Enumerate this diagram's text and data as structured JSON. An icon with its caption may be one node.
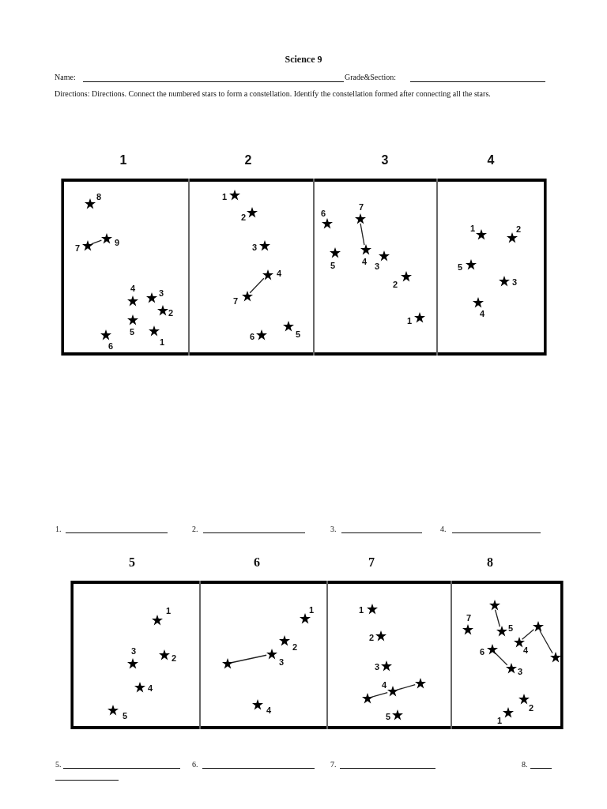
{
  "diagram": {
    "title": "Science 9",
    "nodes": [
      {
        "text": [
          "1"
        ]
      },
      {
        "text": [],
        "shape": "star",
        "in": 0,
        "beside": [
          "1"
        ]
      },
      {
        "text": [],
        "shape": "star",
        "in": 0,
        "beside": [
          "2"
        ]
      },
      {
        "text": [],
        "shape": "star",
        "in": 0,
        "beside": [
          "3"
        ]
      },
      {
        "text": [],
        "shape": "star",
        "in": 0,
        "beside": [
          "4"
        ]
      },
      {
        "text": [],
        "shape": "star",
        "in": 0,
        "beside": [
          "5"
        ]
      },
      {
        "text": [],
        "shape": "star",
        "in": 0,
        "beside": [
          "6"
        ]
      },
      {
        "text": [],
        "shape": "star",
        "in": 0,
        "beside": [
          "7"
        ]
      },
      {
        "text": [],
        "shape": "star",
        "in": 0,
        "beside": [
          "8"
        ]
      },
      {
        "text": [],
        "shape": "star",
        "in": 0,
        "beside": [
          "9"
        ]
      },
      {
        "text": [
          "2"
        ]
      },
      {
        "text": [],
        "shape": "star",
        "in": 10,
        "beside": [
          "1"
        ]
      },
      {
        "text": [],
        "shape": "star",
        "in": 10,
        "beside": [
          "2"
        ]
      },
      {
        "text": [],
        "shape": "star",
        "in": 10,
        "beside": [
          "3"
        ]
      },
      {
        "text": [],
        "shape": "star",
        "in": 10,
        "beside": [
          "4"
        ]
      },
      {
        "text": [],
        "shape": "star",
        "in": 10,
        "beside": [
          "5"
        ]
      },
      {
        "text": [],
        "shape": "star",
        "in": 10,
        "beside": [
          "6"
        ]
      },
      {
        "text": [],
        "shape": "star",
        "in": 10,
        "beside": [
          "7"
        ]
      },
      {
        "text": [
          "3"
        ]
      },
      {
        "text": [],
        "shape": "star",
        "in": 18,
        "beside": [
          "1"
        ]
      },
      {
        "text": [],
        "shape": "star",
        "in": 18,
        "beside": [
          "2"
        ]
      },
      {
        "text": [],
        "shape": "star",
        "in": 18,
        "beside": [
          "3"
        ]
      },
      {
        "text": [],
        "shape": "star",
        "in": 18,
        "beside": [
          "4"
        ]
      },
      {
        "text": [],
        "shape": "star",
        "in": 18,
        "beside": [
          "5"
        ]
      },
      {
        "text": [],
        "shape": "star",
        "in": 18,
        "beside": [
          "6"
        ]
      },
      {
        "text": [],
        "shape": "star",
        "in": 18,
        "beside": [
          "7"
        ]
      },
      {
        "text": [
          "4"
        ]
      },
      {
        "text": [],
        "shape": "star",
        "in": 26,
        "beside": [
          "1"
        ]
      },
      {
        "text": [],
        "shape": "star",
        "in": 26,
        "beside": [
          "2"
        ]
      },
      {
        "text": [],
        "shape": "star",
        "in": 26,
        "beside": [
          "3"
        ]
      },
      {
        "text": [],
        "shape": "star",
        "in": 26,
        "beside": [
          "4"
        ]
      },
      {
        "text": [],
        "shape": "star",
        "in": 26,
        "beside": [
          "5"
        ]
      },
      {
        "text": [
          "5"
        ]
      },
      {
        "text": [],
        "shape": "star",
        "in": 32,
        "beside": [
          "1"
        ]
      },
      {
        "text": [],
        "shape": "star",
        "in": 32,
        "beside": [
          "2"
        ]
      },
      {
        "text": [],
        "shape": "star",
        "in": 32,
        "beside": [
          "3"
        ]
      },
      {
        "text": [],
        "shape": "star",
        "in": 32,
        "beside": [
          "4"
        ]
      },
      {
        "text": [],
        "shape": "star",
        "in": 32,
        "beside": [
          "5"
        ]
      },
      {
        "text": [
          "6"
        ]
      },
      {
        "text": [],
        "shape": "star",
        "in": 38,
        "beside": [
          "1"
        ]
      },
      {
        "text": [],
        "shape": "star",
        "in": 38,
        "beside": [
          "2"
        ]
      },
      {
        "text": [],
        "shape": "star",
        "in": 38,
        "beside": [
          "3"
        ]
      },
      {
        "text": [],
        "shape": "star",
        "in": 38,
        "beside": [
          "4"
        ]
      },
      {
        "text": [],
        "shape": "star",
        "in": 38
      },
      {
        "text": [
          "7"
        ]
      },
      {
        "text": [],
        "shape": "star",
        "in": 44,
        "beside": [
          "1"
        ]
      },
      {
        "text": [],
        "shape": "star",
        "in": 44,
        "beside": [
          "2"
        ]
      },
      {
        "text": [],
        "shape": "star",
        "in": 44,
        "beside": [
          "3"
        ]
      },
      {
        "text": [],
        "shape": "star",
        "in": 44,
        "beside": [
          "4"
        ]
      },
      {
        "text": [],
        "shape": "star",
        "in": 44,
        "beside": [
          "5"
        ]
      },
      {
        "text": [],
        "shape": "star",
        "in": 44
      },
      {
        "text": [],
        "shape": "star",
        "in": 44
      },
      {
        "text": [
          "8"
        ]
      },
      {
        "text": [],
        "shape": "star",
        "in": 52,
        "beside": [
          "1"
        ]
      },
      {
        "text": [],
        "shape": "star",
        "in": 52,
        "beside": [
          "2"
        ]
      },
      {
        "text": [],
        "shape": "star",
        "in": 52,
        "beside": [
          "3"
        ]
      },
      {
        "text": [],
        "shape": "star",
        "in": 52,
        "beside": [
          "4"
        ]
      },
      {
        "text": [],
        "shape": "star",
        "in": 52,
        "beside": [
          "5"
        ]
      },
      {
        "text": [],
        "shape": "star",
        "in": 52,
        "beside": [
          "6"
        ]
      },
      {
        "text": [],
        "shape": "star",
        "in": 52,
        "beside": [
          "7"
        ]
      },
      {
        "text": [],
        "shape": "star",
        "in": 52
      },
      {
        "text": [],
        "shape": "star",
        "in": 52
      },
      {
        "text": [],
        "shape": "star",
        "in": 52
      }
    ],
    "edges": [
      {
        "from": 7,
        "to": 9,
        "arrow": "none"
      },
      {
        "from": 17,
        "to": 14,
        "arrow": "none"
      },
      {
        "from": 25,
        "to": 22,
        "arrow": "none"
      },
      {
        "from": 43,
        "to": 41,
        "arrow": "none"
      },
      {
        "from": 50,
        "to": 48,
        "arrow": "none"
      },
      {
        "from": 48,
        "to": 51,
        "arrow": "none"
      },
      {
        "from": 60,
        "to": 57,
        "arrow": "none"
      },
      {
        "from": 56,
        "to": 61,
        "arrow": "none"
      },
      {
        "from": 61,
        "to": 62,
        "arrow": "none"
      },
      {
        "from": 58,
        "to": 55,
        "arrow": "none"
      }
    ],
    "labels": [
      "Name:",
      "Grade&Section:",
      "Directions: Directions. Connect the numbered stars to form a constellation. Identify the constellation formed after connecting all the stars.",
      "1.",
      "2.",
      "3.",
      "4.",
      "5.",
      "6.",
      "7.",
      "8."
    ]
  }
}
